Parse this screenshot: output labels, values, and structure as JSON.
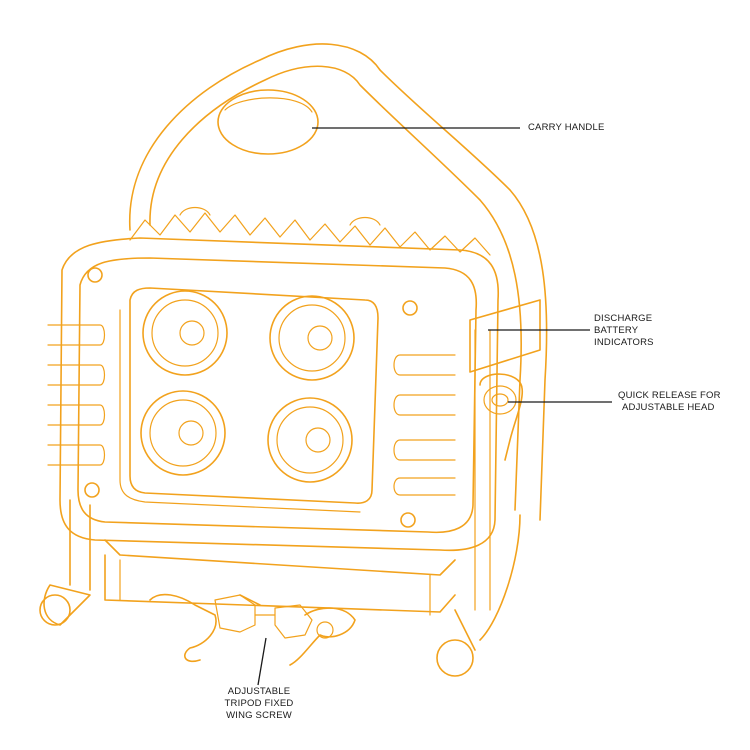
{
  "colors": {
    "outline": "#F2A21D",
    "leader": "#1a1a1a",
    "background": "#ffffff"
  },
  "labels": {
    "carry_handle": {
      "lines": [
        "CARRY HANDLE"
      ]
    },
    "discharge_battery": {
      "lines": [
        "DISCHARGE",
        "BATTERY",
        "INDICATORS"
      ]
    },
    "quick_release": {
      "lines": [
        "QUICK RELEASE FOR",
        "ADJUSTABLE HEAD"
      ]
    },
    "wing_screw": {
      "lines": [
        "ADJUSTABLE",
        "TRIPOD FIXED",
        "WING SCREW"
      ]
    }
  }
}
